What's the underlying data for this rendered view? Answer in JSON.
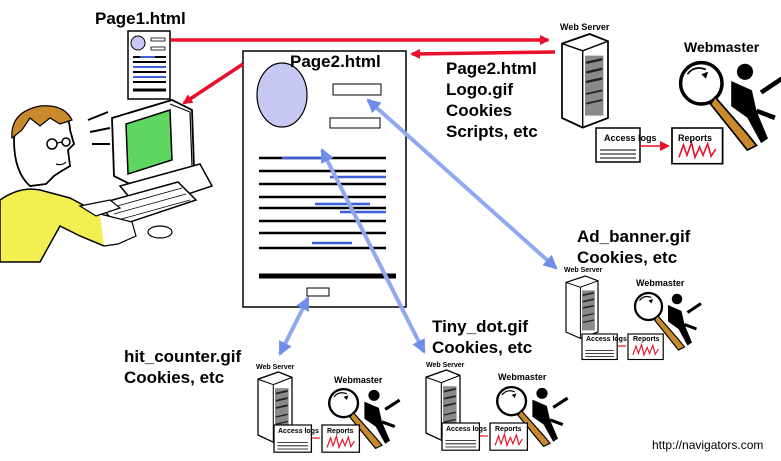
{
  "page1": {
    "title": "Page1.html"
  },
  "page2": {
    "title": "Page2.html"
  },
  "main_server": {
    "label": "Web Server",
    "webmaster": "Webmaster",
    "access_logs": "Access logs",
    "reports": "Reports",
    "items": [
      "Page2.html",
      "Logo.gif",
      "Cookies",
      "Scripts, etc"
    ]
  },
  "ad_server": {
    "label": "Web Server",
    "webmaster": "Webmaster",
    "access_logs": "Access logs",
    "reports": "Reports",
    "items": [
      "Ad_banner.gif",
      "Cookies, etc"
    ]
  },
  "tiny_server": {
    "label": "Web Server",
    "webmaster": "Webmaster",
    "access_logs": "Access logs",
    "reports": "Reports",
    "items": [
      "Tiny_dot.gif",
      "Cookies, etc"
    ]
  },
  "counter_server": {
    "label": "Web Server",
    "webmaster": "Webmaster",
    "access_logs": "Access logs",
    "reports": "Reports",
    "items": [
      "hit_counter.gif",
      "Cookies, etc"
    ]
  },
  "footer": {
    "url": "http://navigators.com"
  },
  "colors": {
    "request_arrow": "#e8102a",
    "data_arrow": "#8fa8f0",
    "page_oval": "#c8c8f4",
    "screen": "#5fd65f",
    "lens": "#c98a2e"
  }
}
